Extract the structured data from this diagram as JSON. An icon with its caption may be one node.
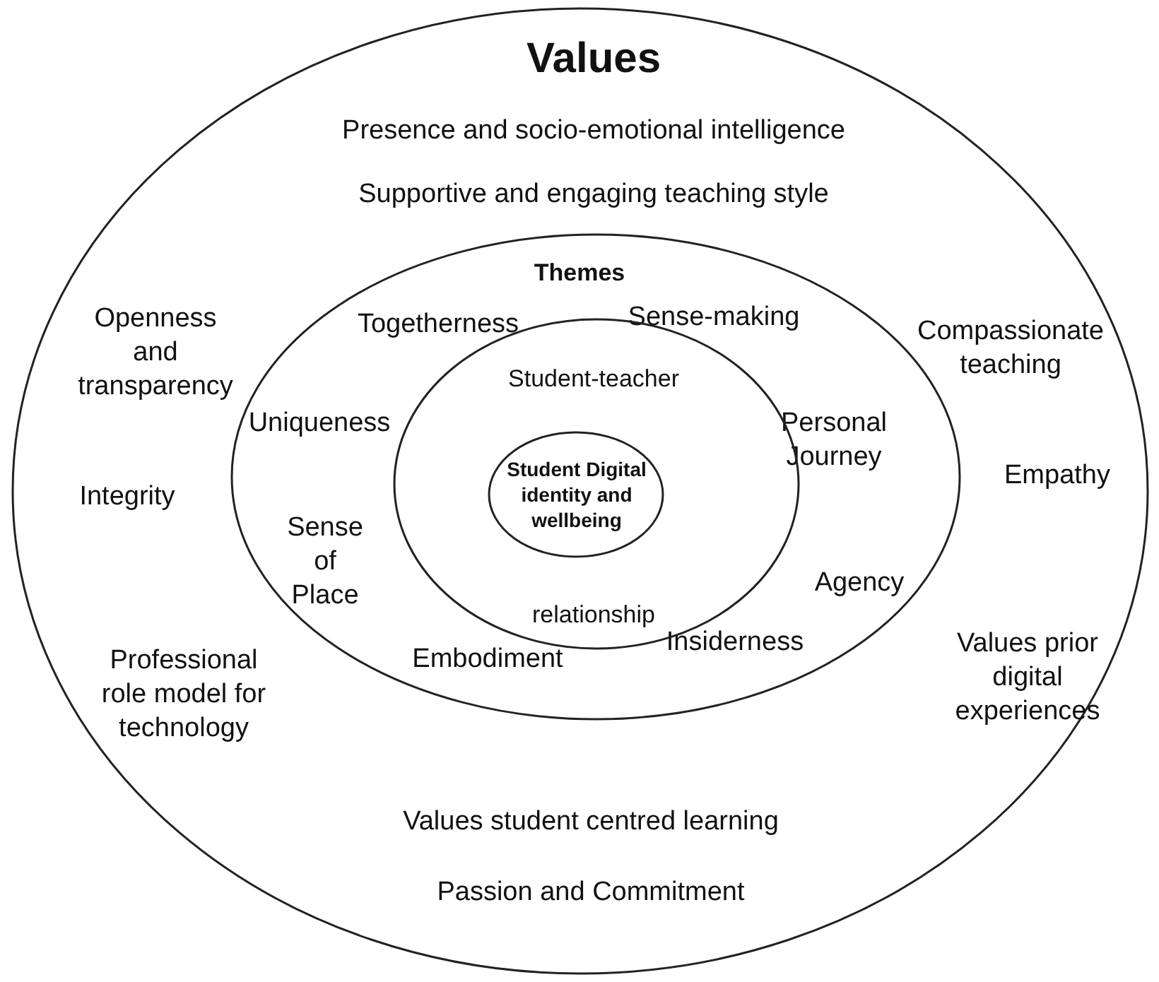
{
  "diagram": {
    "nodes": [
      {
        "text": [
          "Values",
          "Presence and socio-emotional intelligence",
          "Supportive and engaging teaching style",
          "Openness and transparency",
          "Compassionate teaching",
          "Integrity",
          "Empathy",
          "Professional role model for technology",
          "Values prior digital experiences",
          "Values student centred learning",
          "Passion and Commitment"
        ]
      },
      {
        "text": [
          "Themes",
          "Togetherness",
          "Sense-making",
          "Uniqueness",
          "Personal Journey",
          "Sense of Place",
          "Agency",
          "Embodiment",
          "Insiderness"
        ],
        "in": 0
      },
      {
        "text": [
          "Student-teacher",
          "relationship"
        ],
        "in": 1
      },
      {
        "text": [
          "Student Digital identity and wellbeing"
        ],
        "in": 2
      }
    ]
  }
}
